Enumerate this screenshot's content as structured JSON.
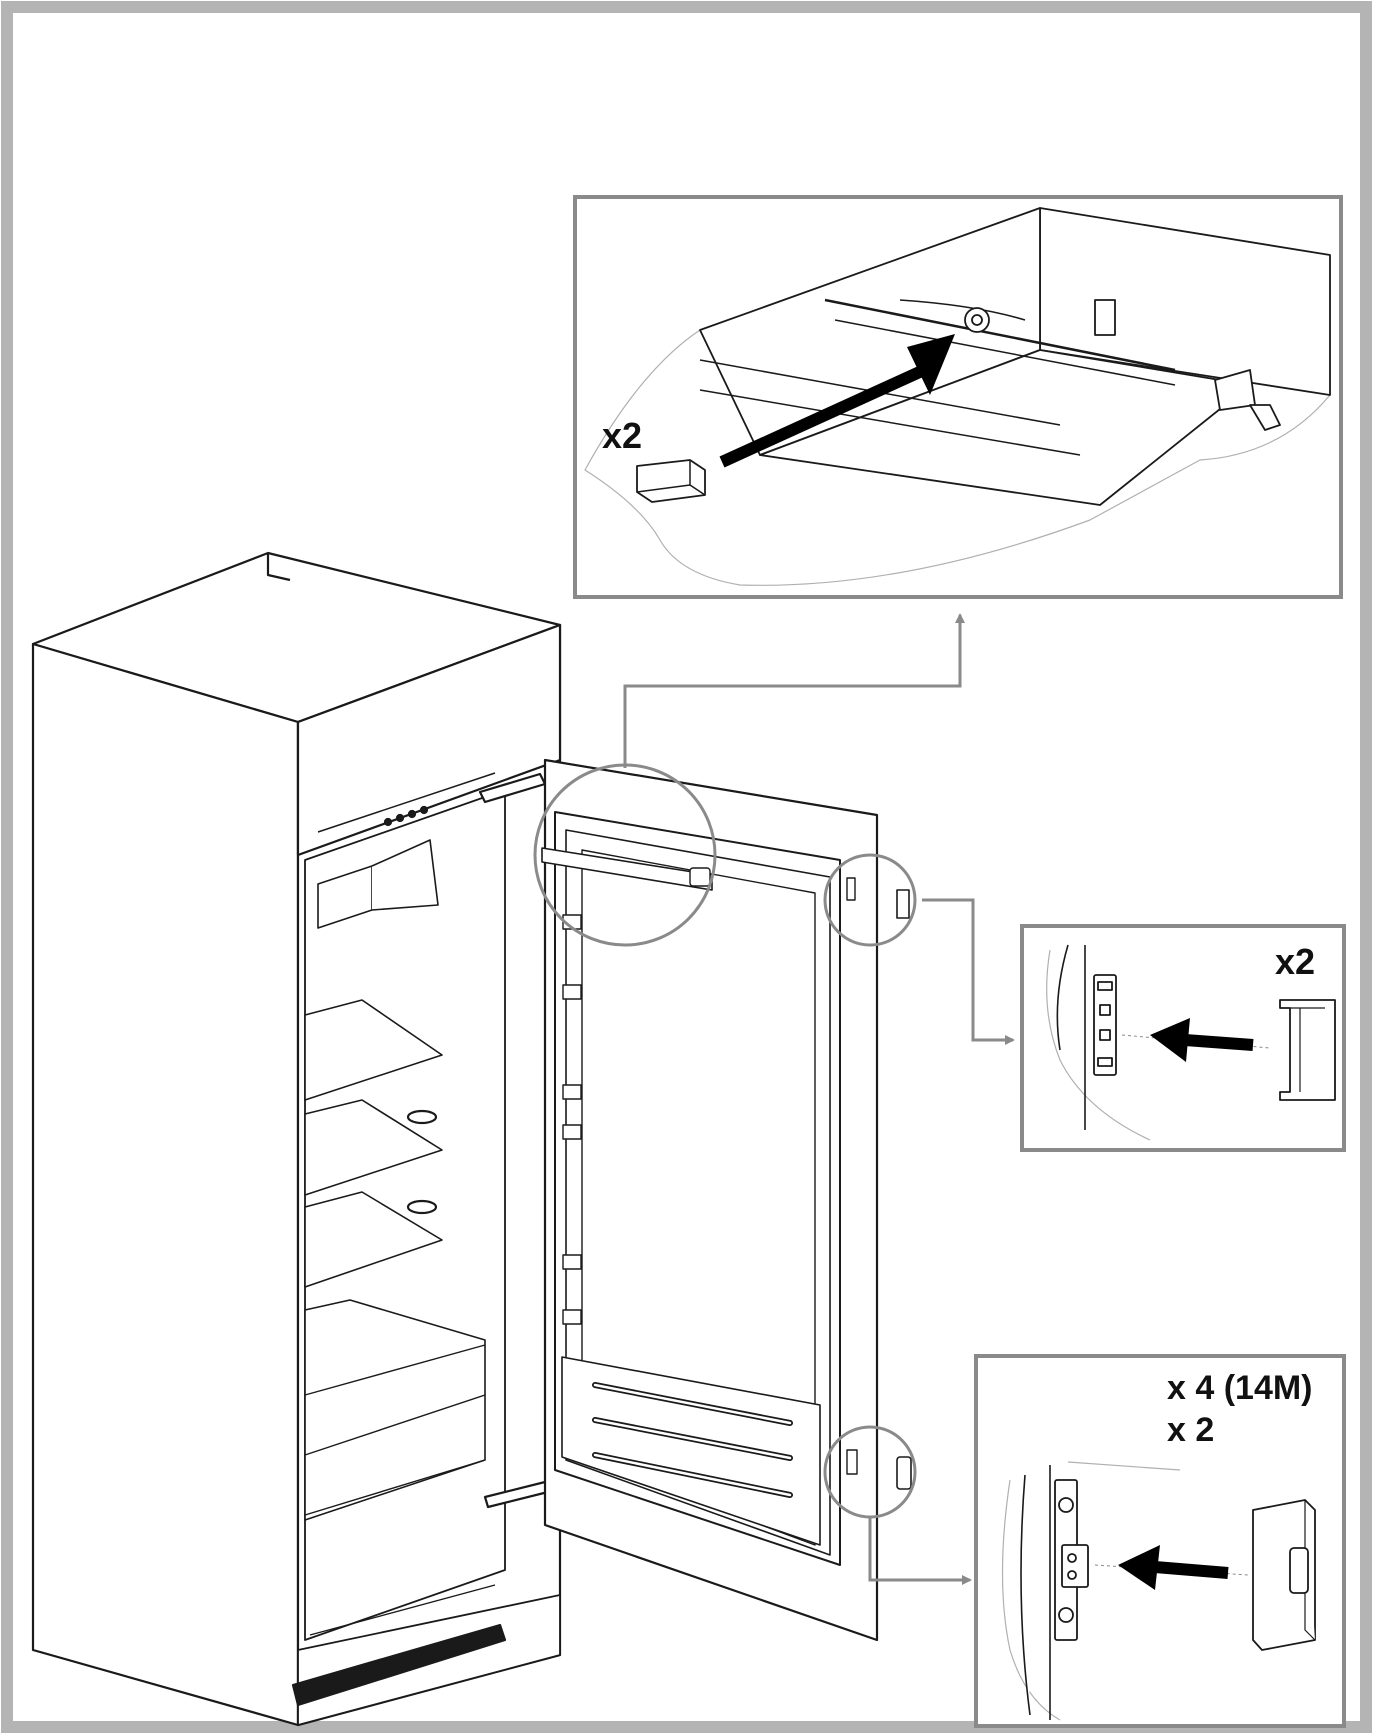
{
  "callouts": {
    "top": {
      "quantity": "x2"
    },
    "middle": {
      "quantity": "x2"
    },
    "bottom": {
      "quantity_line1": "x 4 (14M)",
      "quantity_line2": "x 2"
    }
  },
  "colors": {
    "frame": "#b4b4b4",
    "leader": "#8a8a8a",
    "linework": "#1a1a1a",
    "arrow": "#000000"
  }
}
